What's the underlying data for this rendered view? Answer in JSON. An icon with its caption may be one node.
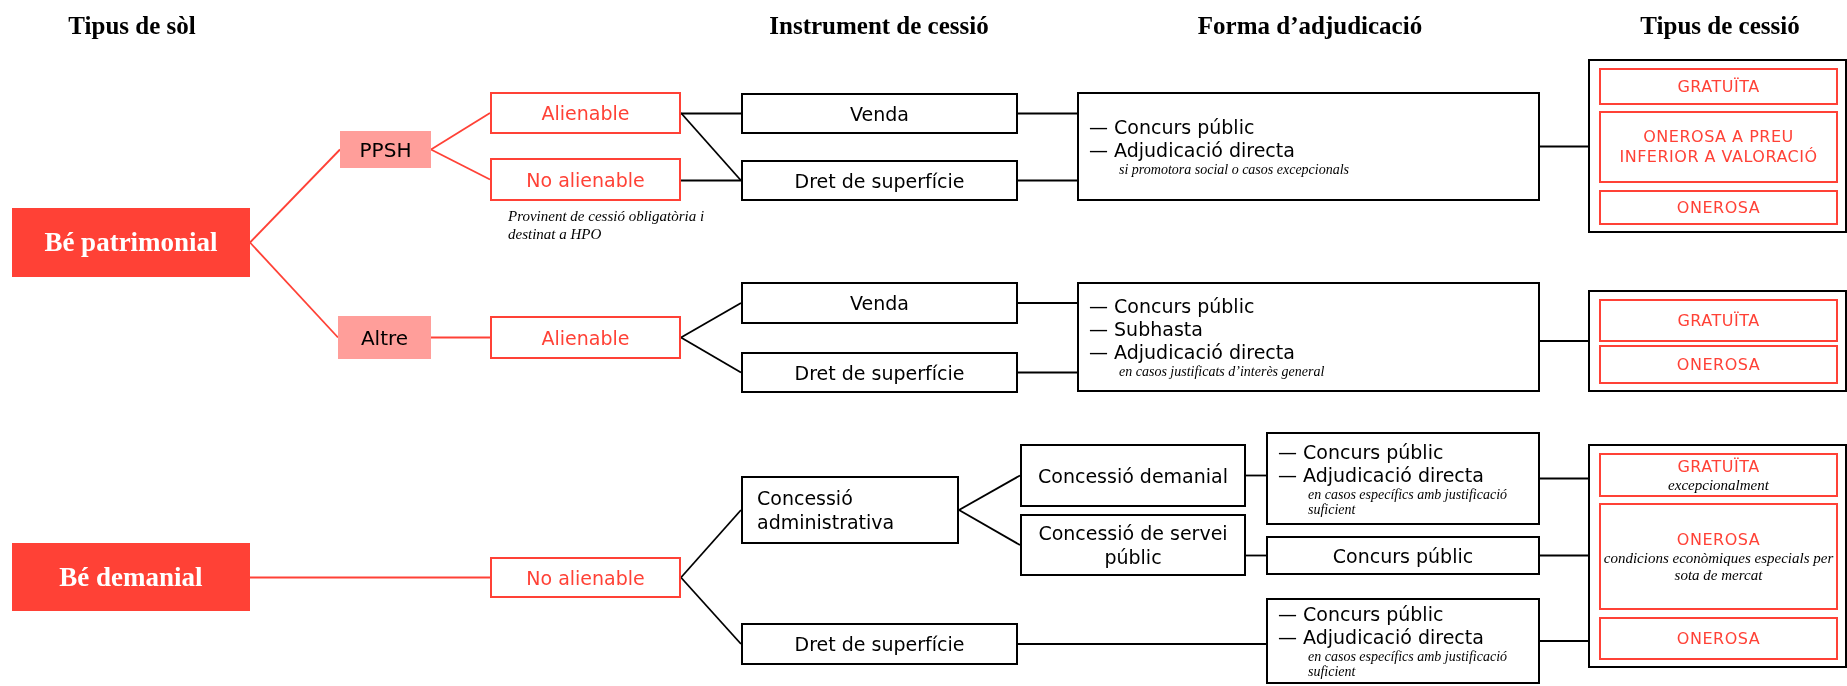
{
  "diagram": {
    "nodes": [
      {
        "text": [
          "Bé patrimonial"
        ]
      },
      {
        "text": [
          "PPSH"
        ]
      },
      {
        "text": [
          "Altre"
        ]
      },
      {
        "text": [
          "Alienable"
        ]
      },
      {
        "text": [
          "No alienable"
        ],
        "beside": [
          "Provinent de cessió obligatòria i destinat a HPO"
        ]
      },
      {
        "text": [
          "Alienable"
        ]
      },
      {
        "text": [
          "Venda"
        ]
      },
      {
        "text": [
          "Dret de superfície"
        ]
      },
      {
        "text": [
          "— Concurs públic",
          "— Adjudicació directa",
          "si promotora social o casos excepcionals"
        ]
      },
      {
        "text": [],
        "shape": "box"
      },
      {
        "text": [
          "GRATUÏTA"
        ],
        "in": 9
      },
      {
        "text": [
          "ONEROSA A PREU INFERIOR A VALORACIÓ"
        ],
        "in": 9
      },
      {
        "text": [
          "ONEROSA"
        ],
        "in": 9
      },
      {
        "text": [
          "Venda"
        ]
      },
      {
        "text": [
          "Dret de superfície"
        ]
      },
      {
        "text": [
          "— Concurs públic",
          "— Subhasta",
          "— Adjudicació directa",
          "en casos justificats d’interès general"
        ]
      },
      {
        "text": [],
        "shape": "box"
      },
      {
        "text": [
          "GRATUÏTA"
        ],
        "in": 16
      },
      {
        "text": [
          "ONEROSA"
        ],
        "in": 16
      },
      {
        "text": [
          "Bé demanial"
        ]
      },
      {
        "text": [
          "No alienable"
        ]
      },
      {
        "text": [
          "Concessió administrativa"
        ]
      },
      {
        "text": [
          "Dret de superfície"
        ]
      },
      {
        "text": [
          "Concessió demanial"
        ]
      },
      {
        "text": [
          "Concessió de servei públic"
        ]
      },
      {
        "text": [
          "— Concurs públic",
          "— Adjudicació directa",
          "en casos específics amb justificació suficient"
        ]
      },
      {
        "text": [
          "Concurs públic"
        ]
      },
      {
        "text": [
          "— Concurs públic",
          "— Adjudicació directa",
          "en casos específics amb justificació suficient"
        ]
      },
      {
        "text": [],
        "shape": "box"
      },
      {
        "text": [
          "GRATUÏTA",
          "excepcionalment"
        ],
        "in": 28
      },
      {
        "text": [
          "ONEROSA",
          "condicions econòmiques especials per sota de mercat"
        ],
        "in": 28
      },
      {
        "text": [
          "ONEROSA"
        ],
        "in": 28
      }
    ],
    "edges": [
      {
        "from": 0,
        "to": 1,
        "arrow": "none",
        "color": "#ff4136"
      },
      {
        "from": 0,
        "to": 2,
        "arrow": "none",
        "color": "#ff4136"
      },
      {
        "from": 1,
        "to": 3,
        "arrow": "none",
        "color": "#ff4136"
      },
      {
        "from": 1,
        "to": 4,
        "arrow": "none",
        "color": "#ff4136"
      },
      {
        "from": 2,
        "to": 5,
        "arrow": "none",
        "color": "#ff4136"
      },
      {
        "from": 3,
        "to": 6,
        "arrow": "none"
      },
      {
        "from": 3,
        "to": 7,
        "arrow": "none"
      },
      {
        "from": 4,
        "to": 7,
        "arrow": "none"
      },
      {
        "from": 6,
        "to": 8,
        "arrow": "none"
      },
      {
        "from": 7,
        "to": 8,
        "arrow": "none"
      },
      {
        "from": 8,
        "to": 9,
        "arrow": "none"
      },
      {
        "from": 5,
        "to": 13,
        "arrow": "none"
      },
      {
        "from": 5,
        "to": 14,
        "arrow": "none"
      },
      {
        "from": 13,
        "to": 15,
        "arrow": "none"
      },
      {
        "from": 14,
        "to": 15,
        "arrow": "none"
      },
      {
        "from": 15,
        "to": 16,
        "arrow": "none"
      },
      {
        "from": 19,
        "to": 20,
        "arrow": "none",
        "color": "#ff4136"
      },
      {
        "from": 20,
        "to": 21,
        "arrow": "none"
      },
      {
        "from": 20,
        "to": 22,
        "arrow": "none"
      },
      {
        "from": 21,
        "to": 23,
        "arrow": "none"
      },
      {
        "from": 21,
        "to": 24,
        "arrow": "none"
      },
      {
        "from": 23,
        "to": 25,
        "arrow": "none"
      },
      {
        "from": 24,
        "to": 26,
        "arrow": "none"
      },
      {
        "from": 22,
        "to": 27,
        "arrow": "none"
      },
      {
        "from": 25,
        "to": 28,
        "arrow": "none"
      },
      {
        "from": 26,
        "to": 28,
        "arrow": "none"
      },
      {
        "from": 27,
        "to": 28,
        "arrow": "none"
      }
    ],
    "labels": [
      "Tipus de sòl",
      "Instrument de cessió",
      "Forma d’adjudicació",
      "Tipus de cessió"
    ]
  }
}
